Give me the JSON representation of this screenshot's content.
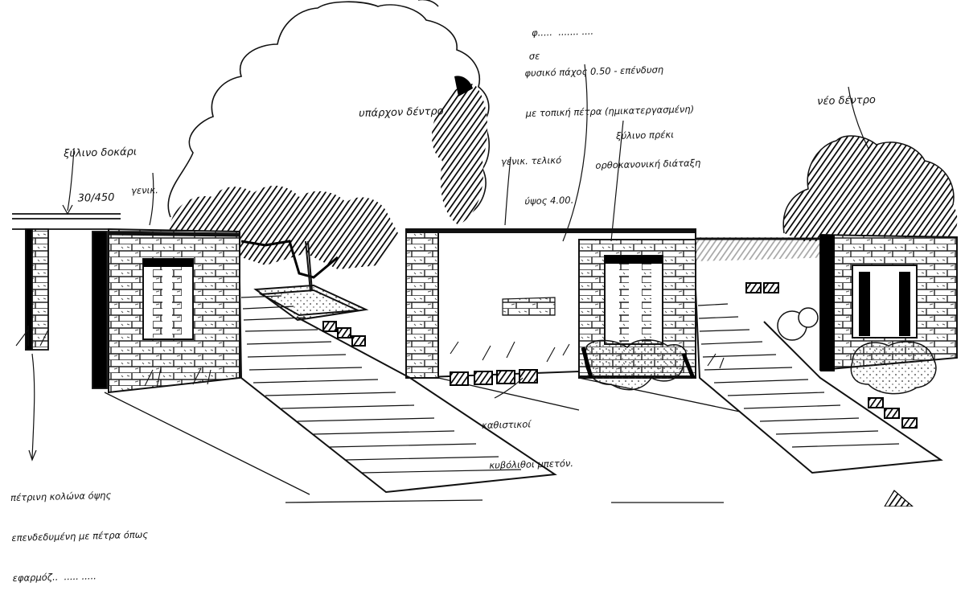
{
  "annotations": {
    "wood_beam": [
      "ξύλινο δοκάρι",
      "30/450"
    ],
    "existing_tree": "υπάρχον δέντρο",
    "wall_height": [
      "γενικ. τελικό",
      "ύψος 4.00."
    ],
    "wall_finish": [
      "φ.....  ....... ....",
      "φυσικό πάχος 0.50 - επένδυση",
      "με τοπική πέτρα (ημικατεργασμένη)",
      "σε",
      "ορθοκανονική διάταξη"
    ],
    "new_tree": "νέο δέντρο",
    "wood_lintel": "ξύλινο πρέκι",
    "seating_cubes": [
      "καθιστικοί",
      "κυβόλιθοι μπετόν."
    ],
    "general_left": "γενικ.",
    "stone_seat_note": [
      "πέτρινη κολώνα όψης",
      "επενδεδυμένη με πέτρα όπως",
      "εφαρμόζ..  ..... ....."
    ]
  },
  "colors": {
    "ink": "#111111",
    "paper": "#ffffff"
  }
}
